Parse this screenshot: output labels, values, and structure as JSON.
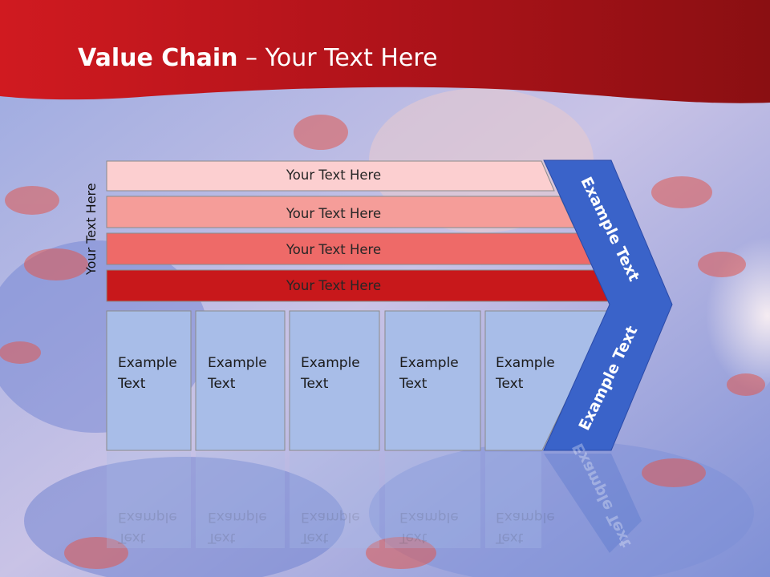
{
  "slide": {
    "title_bold": "Value Chain",
    "title_rest": " – Your Text Here",
    "side_label": "Your Text Here",
    "bars": [
      "Your Text Here",
      "Your Text Here",
      "Your Text Here",
      "Your Text Here"
    ],
    "boxes": [
      {
        "line1": "Example",
        "line2": "Text"
      },
      {
        "line1": "Example",
        "line2": "Text"
      },
      {
        "line1": "Example",
        "line2": "Text"
      },
      {
        "line1": "Example",
        "line2": "Text"
      },
      {
        "line1": "Example",
        "line2": "Text"
      }
    ],
    "arrow_top_label": "Example Text",
    "arrow_bottom_label": "Example Text"
  },
  "colors": {
    "header_red": "#b5121b",
    "bar1": "#fccfd0",
    "bar2": "#f59d99",
    "bar3": "#ee6a68",
    "bar4": "#c8181b",
    "box_fill": "#a8bde8",
    "arrow_blue": "#3a63c9"
  }
}
